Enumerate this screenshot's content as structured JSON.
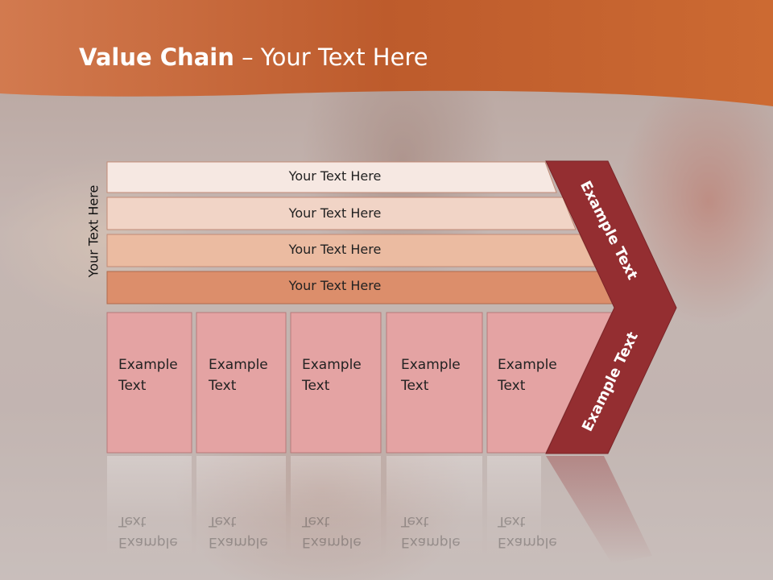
{
  "title": {
    "bold": "Value Chain",
    "rest": " – Your Text Here"
  },
  "side_label": "Your Text Here",
  "bands": [
    {
      "label": "Your Text Here",
      "color": "#f6e8e2"
    },
    {
      "label": "Your Text Here",
      "color": "#f1d4c6"
    },
    {
      "label": "Your Text Here",
      "color": "#ebbba1"
    },
    {
      "label": "Your Text Here",
      "color": "#dc8e6b"
    }
  ],
  "cells": [
    {
      "line1": "Example",
      "line2": "Text"
    },
    {
      "line1": "Example",
      "line2": "Text"
    },
    {
      "line1": "Example",
      "line2": "Text"
    },
    {
      "line1": "Example",
      "line2": "Text"
    },
    {
      "line1": "Example",
      "line2": "Text"
    }
  ],
  "arrow": {
    "upper_label": "Example Text",
    "lower_label": "Example Text",
    "color": "#942e31"
  },
  "colors": {
    "header": "#c5622e",
    "cell_fill": "#e4a3a3"
  }
}
